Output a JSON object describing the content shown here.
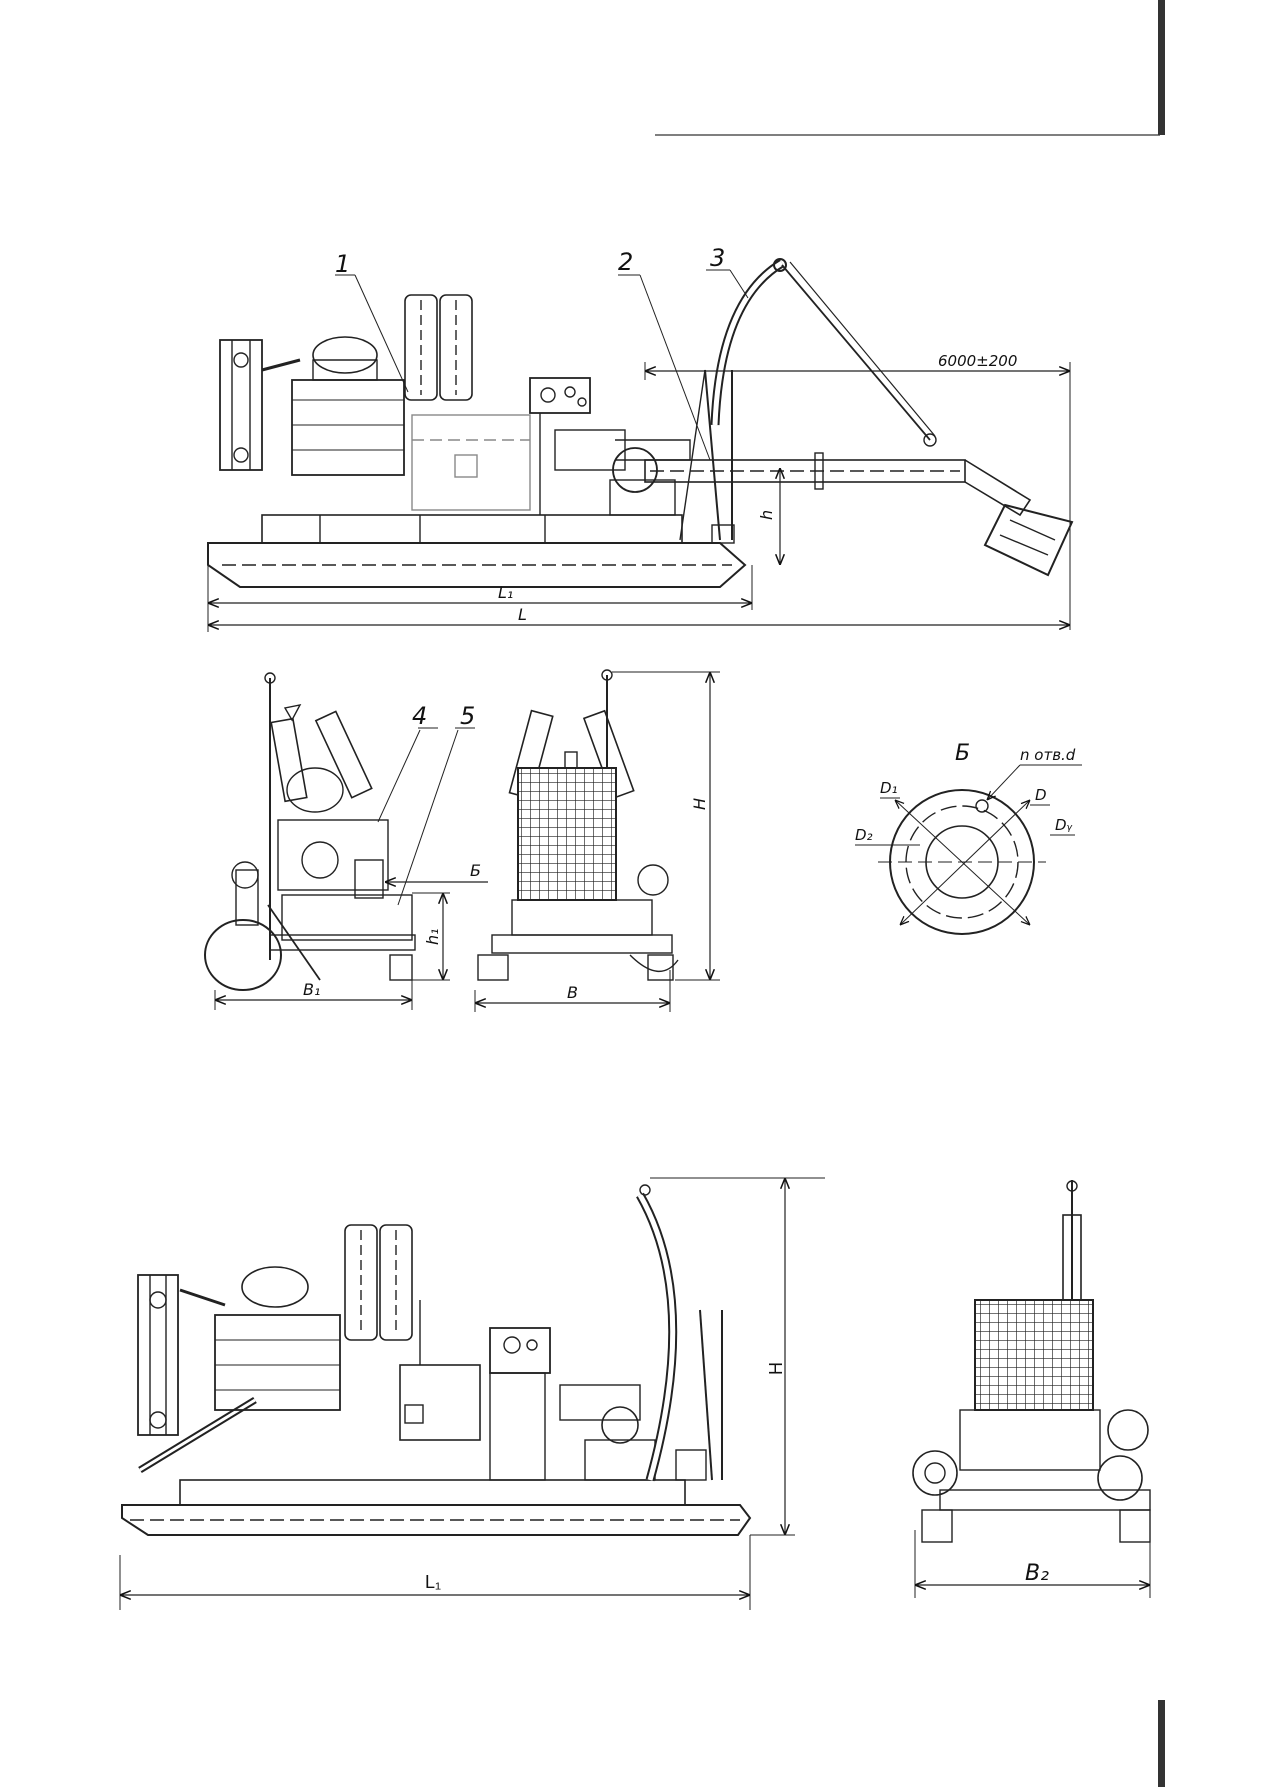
{
  "drawing": {
    "callouts": [
      "1",
      "2",
      "3",
      "4",
      "5"
    ],
    "dimensions": {
      "boom_length": "6000±200",
      "h": "h",
      "L1": "L₁",
      "L": "L",
      "H": "H",
      "h1": "h₁",
      "B1": "B₁",
      "B": "B",
      "B2": "B₂",
      "L1_bottom": "L₁",
      "H_bottom": "H"
    },
    "view_marker": "Б",
    "flange": {
      "title": "Б",
      "holes": "n отв.d",
      "D1": "D₁",
      "D2": "D₂",
      "D": "D",
      "Dy": "Dᵧ"
    }
  }
}
